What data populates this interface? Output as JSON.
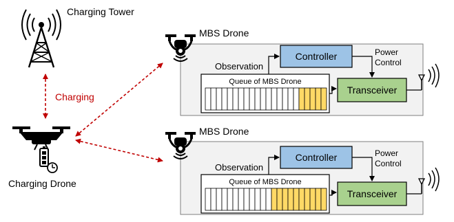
{
  "nodes": {
    "tower_label": "Charging Tower",
    "charging_drone_label": "Charging Drone",
    "charging_edge_label": "Charging"
  },
  "mbs_units": [
    {
      "drone_label": "MBS Drone",
      "controller_label": "Controller",
      "transceiver_label": "Transceiver",
      "queue_label": "Queue of MBS Drone",
      "observation_label": "Observation",
      "power_label": "Power",
      "control_label": "Control",
      "queue_total_cells": 22,
      "queue_filled_cells": 5
    },
    {
      "drone_label": "MBS Drone",
      "controller_label": "Controller",
      "transceiver_label": "Transceiver",
      "queue_label": "Queue of MBS Drone",
      "observation_label": "Observation",
      "power_label": "Power",
      "control_label": "Control",
      "queue_total_cells": 22,
      "queue_filled_cells": 10
    }
  ],
  "colors": {
    "controller_fill": "#9dc3e6",
    "transceiver_fill": "#a9d18e",
    "queue_filled": "#ffd966",
    "panel_fill": "#f2f2f2",
    "link_red": "#c00000",
    "ink": "#000000"
  }
}
